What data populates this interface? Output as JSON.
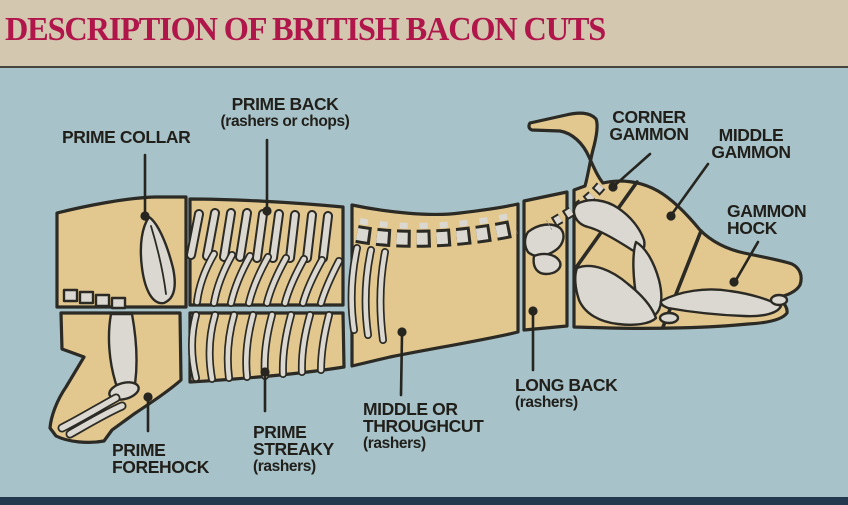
{
  "title": "DESCRIPTION OF BRITISH BACON CUTS",
  "colors": {
    "banner_bg": "#d3c7b0",
    "title_text": "#b0164a",
    "panel_bg": "#a7c2c9",
    "meat": "#e2c78f",
    "bone": "#dad8d0",
    "outline": "#2b2a24",
    "label_text": "#211f1a",
    "footer_strip": "#24384e"
  },
  "diagram": {
    "labels": {
      "prime_collar": {
        "lines": [
          "PRIME COLLAR"
        ]
      },
      "prime_back": {
        "lines": [
          "PRIME BACK",
          "(rashers or chops)"
        ]
      },
      "corner_gammon": {
        "lines": [
          "CORNER",
          "GAMMON"
        ]
      },
      "middle_gammon": {
        "lines": [
          "MIDDLE",
          "GAMMON"
        ]
      },
      "gammon_hock": {
        "lines": [
          "GAMMON",
          "HOCK"
        ]
      },
      "long_back": {
        "lines": [
          "LONG BACK",
          "(rashers)"
        ]
      },
      "middle_throughcut": {
        "lines": [
          "MIDDLE OR",
          "THROUGHCUT",
          "(rashers)"
        ]
      },
      "prime_streaky": {
        "lines": [
          "PRIME",
          "STREAKY",
          "(rashers)"
        ]
      },
      "prime_forehock": {
        "lines": [
          "PRIME",
          "FOREHOCK"
        ]
      }
    }
  }
}
